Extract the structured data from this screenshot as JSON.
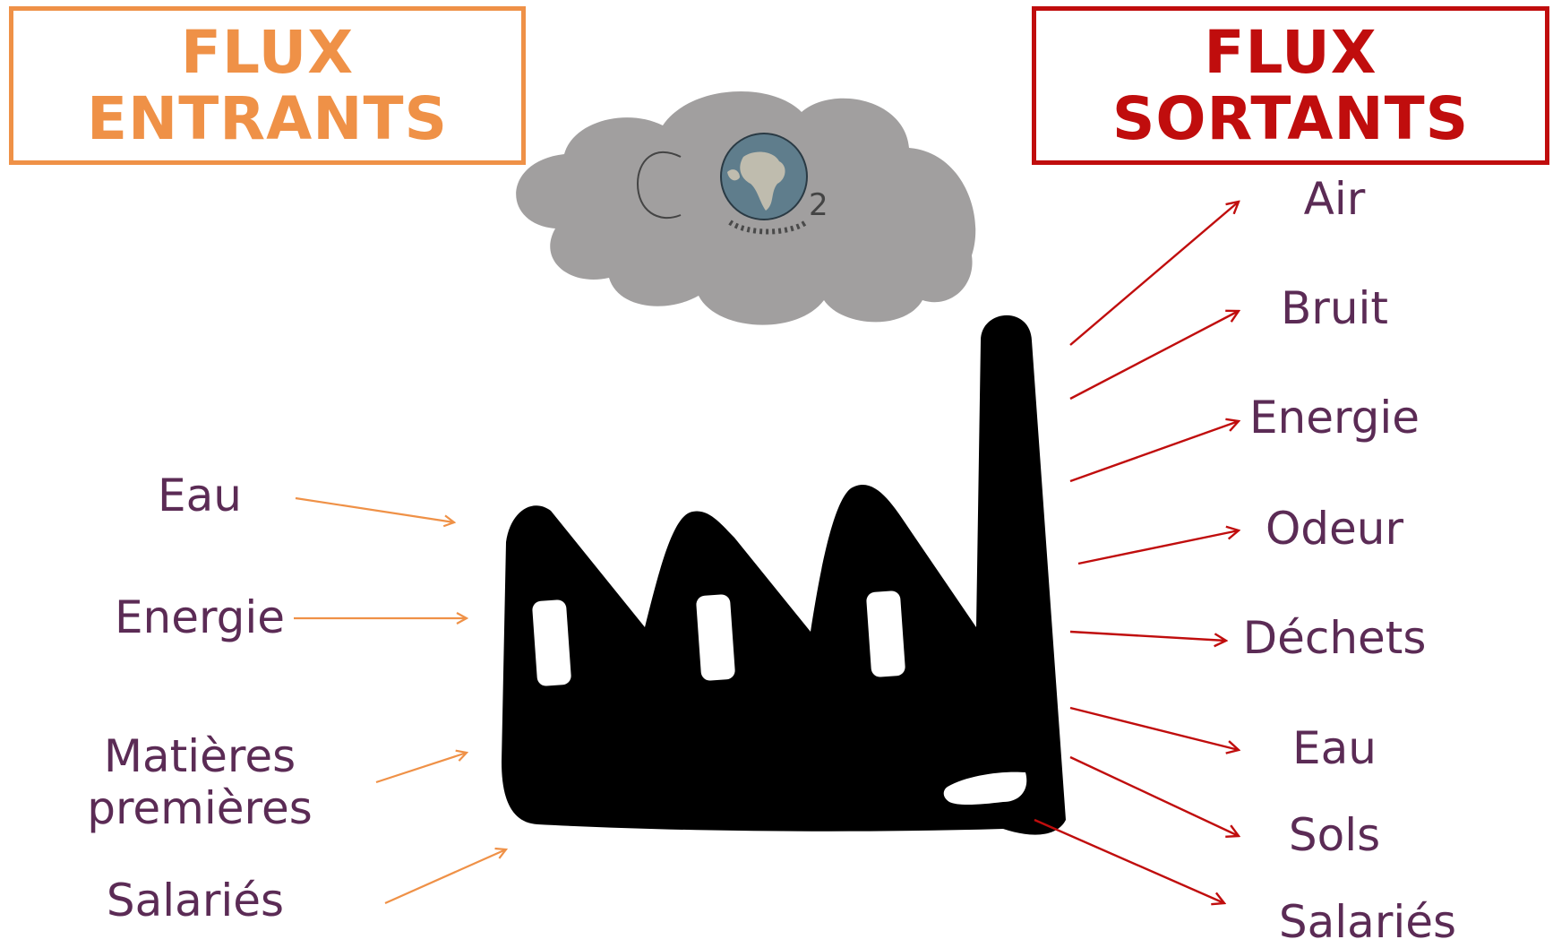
{
  "titles": {
    "inflow": [
      "FLUX",
      "ENTRANTS"
    ],
    "outflow": [
      "FLUX",
      "SORTANTS"
    ]
  },
  "cloud_label": "CO2",
  "inflows": [
    "Eau",
    "Energie",
    "Matières premières",
    "Salariés"
  ],
  "outflows": [
    "Air",
    "Bruit",
    "Energie",
    "Odeur",
    "Déchets",
    "Eau",
    "Sols",
    "Salariés"
  ],
  "colors": {
    "inflow": "#ef9147",
    "outflow": "#c00d0d",
    "label_text": "#5b2b55",
    "factory": "#000000",
    "cloud": "#a19f9f"
  },
  "icons": [
    "factory-icon",
    "co2-cloud-icon",
    "earth-icon"
  ]
}
